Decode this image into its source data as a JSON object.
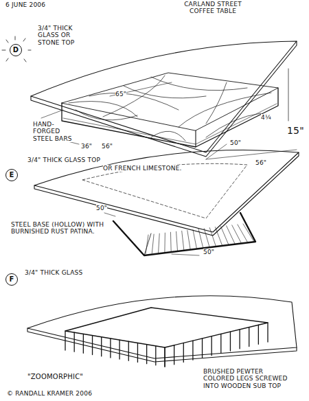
{
  "diagram": {
    "title": "CARLAND STREET COFFEE TABLE",
    "nodes": [
      {
        "text": [
          "D"
        ]
      },
      {
        "text": [
          "E"
        ]
      },
      {
        "text": [
          "F"
        ]
      }
    ],
    "labels": [
      "6 JUNE 2006",
      "3/4\" THICK GLASS OR STONE TOP",
      "HAND-FORGED STEEL BARS",
      "65\"",
      "4¼",
      "15\"",
      "36\"",
      "56\"",
      "50\"",
      "56\"",
      "3/4\" THICK GLASS TOP",
      "OR FRENCH LIMESTONE.",
      "STEEL BASE (HOLLOW) WITH BURNISHED RUST PATINA.",
      "50\"",
      "50\"",
      "3/4\" THICK GLASS",
      "\"ZOOMORPHIC\"",
      "BRUSHED PEWTER COLORED LEGS SCREWED INTO WOODEN SUB TOP",
      "© RANDALL KRAMER 2006"
    ]
  }
}
